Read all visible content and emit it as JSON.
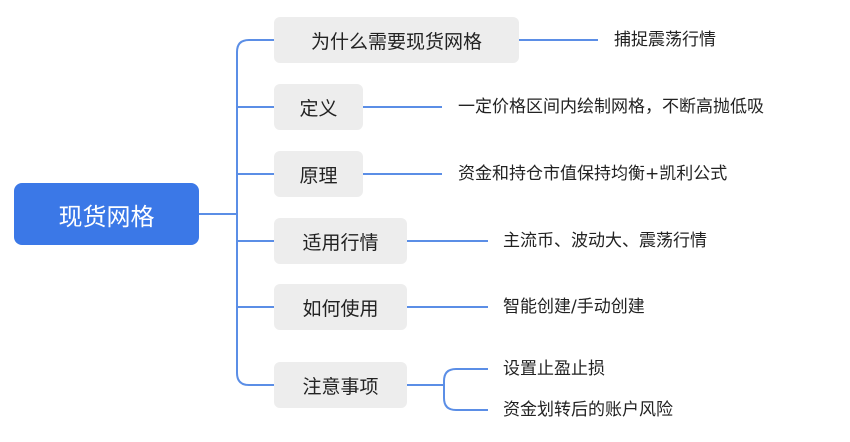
{
  "root": {
    "label": "现货网格"
  },
  "branches": [
    {
      "label": "为什么需要现货网格",
      "leaves": [
        "捕捉震荡行情"
      ]
    },
    {
      "label": "定义",
      "leaves": [
        "一定价格区间内绘制网格，不断高抛低吸"
      ]
    },
    {
      "label": "原理",
      "leaves": [
        "资金和持仓市值保持均衡+凯利公式"
      ]
    },
    {
      "label": "适用行情",
      "leaves": [
        "主流币、波动大、震荡行情"
      ]
    },
    {
      "label": "如何使用",
      "leaves": [
        "智能创建/手动创建"
      ]
    },
    {
      "label": "注意事项",
      "leaves": [
        "设置止盈止损",
        "资金划转后的账户风险"
      ]
    }
  ],
  "colors": {
    "root_fill": "#3b78e7",
    "connector": "#5b8ee6",
    "branch_fill": "#ededed"
  }
}
